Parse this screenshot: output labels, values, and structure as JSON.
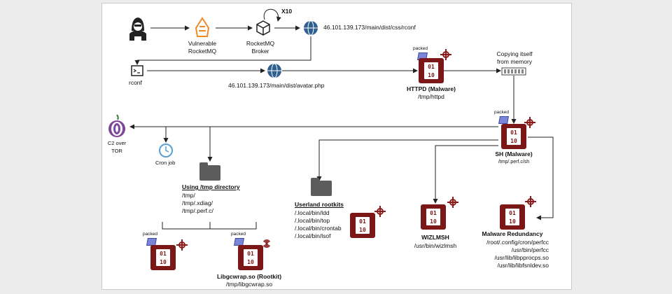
{
  "labels": {
    "x10": "X10",
    "vulnerable": [
      "Vulnerable",
      "RocketMQ"
    ],
    "broker": [
      "RocketMQ",
      "Broker"
    ],
    "url_rconf": "46.101.139.173/main/dist/css/rconf",
    "rconf": "rconf",
    "url_avatar": "46.101.139.173/main/dist/avatar.php",
    "httpd_title": "HTTPD (Malware)",
    "httpd_path": "/tmp/httpd",
    "copying": [
      "Copying itself",
      "from memory"
    ],
    "packed": "packed",
    "c2": [
      "C2 over",
      "TOR"
    ],
    "cron": "Cron job",
    "sh_title": "SH (Malware)",
    "sh_path": "/tmp/.perf.c/sh",
    "tmp_title": "Using /tmp directory",
    "tmp_paths": [
      "/tmp/",
      "/tmp/.xdiag/",
      "/tmp/.perf.c/"
    ],
    "userland_title": "Userland rootkits",
    "userland_paths": [
      "/.local/bin/ldd",
      "/.local/bin/top",
      "/.local/bin/crontab",
      "/.local/bin/lsof"
    ],
    "wizlmsh_title": "WIZLMSH",
    "wizlmsh_path": "/usr/bin/wizlmsh",
    "redundancy_title": "Malware Redundancy",
    "redundancy_paths": [
      "/root/.config/cron/perfcc",
      "/usr/bin/perfcc",
      "/usr/lib/libpprocps.so",
      "/usr/lib/libfsnldev.so"
    ],
    "libgc_title": "Libgcwrap.so (Rootkit)",
    "libgc_path": "/tmp/libgcwrap.so",
    "binary_glyph": [
      "01",
      "10"
    ]
  },
  "icons": {
    "attacker": "hacker-icon",
    "rocketmq": "rocketmq-icon",
    "broker": "cube-icon",
    "globe": "globe-icon",
    "terminal": "terminal-icon",
    "binary": "binary-file-icon",
    "bug": "bug-icon",
    "memory": "memory-chip-icon",
    "tor": "tor-onion-icon",
    "clock": "clock-icon",
    "folder": "folder-icon",
    "radiation": "radiation-icon"
  },
  "colors": {
    "malware": "#7b1717",
    "bug": "#8b1a1a",
    "packed": "#7b86d9",
    "rocketmq": "#f08a24",
    "globe": "#2f5f8f",
    "cron": "#5aa0d6",
    "tor": "#7d4698"
  }
}
